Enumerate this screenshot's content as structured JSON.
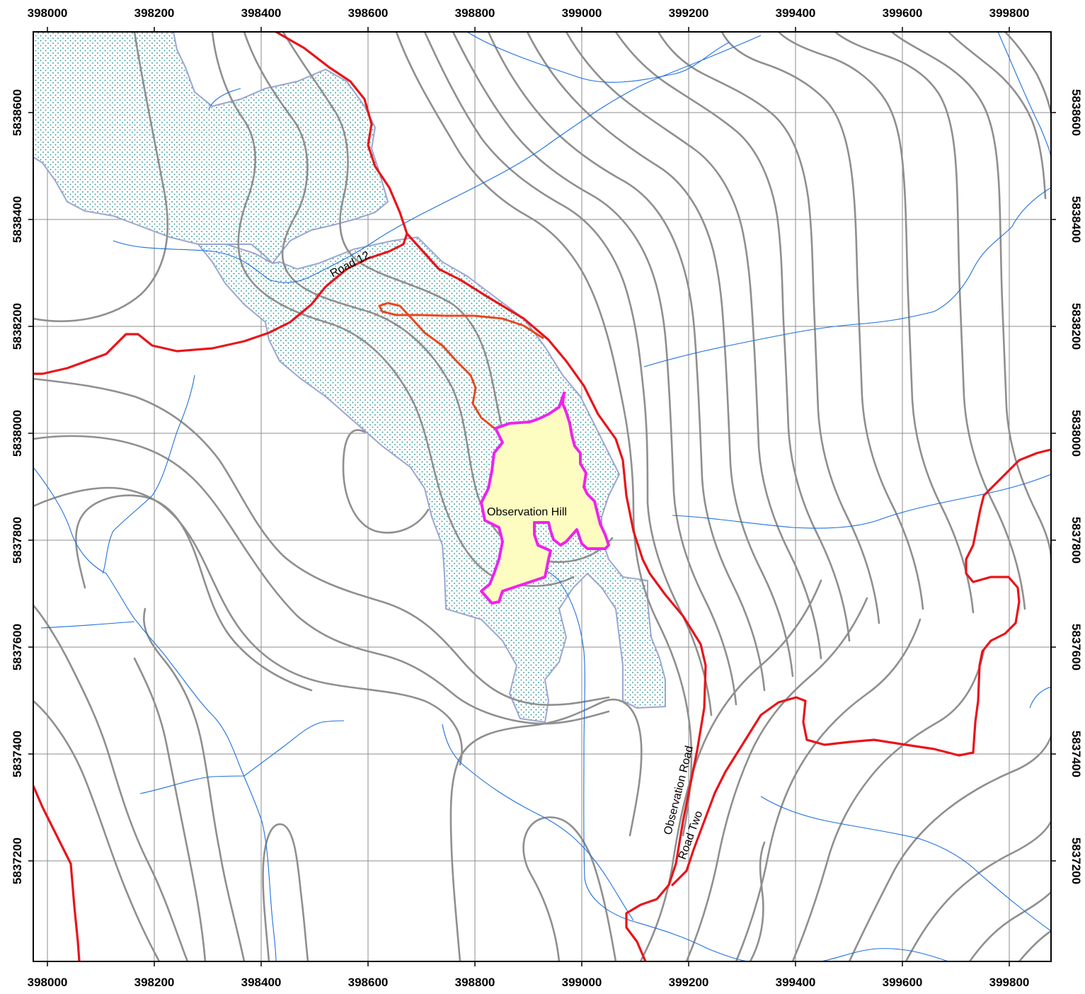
{
  "map": {
    "x_ticks": [
      "398000",
      "398200",
      "398400",
      "398600",
      "398800",
      "399000",
      "399200",
      "399400",
      "399600",
      "399800"
    ],
    "y_ticks": [
      "5838600",
      "5838400",
      "5838200",
      "5838000",
      "5837800",
      "5837600",
      "5837400",
      "5837200"
    ],
    "labels": {
      "road_12": "Road 12",
      "observation_hill": "Observation Hill",
      "observation_road": "Observation Road",
      "road_two": "Road Two"
    },
    "colors": {
      "road": "#e8141a",
      "contour": "#8f8f8f",
      "stream": "#1f6fe0",
      "hill_fill": "#fdfdc2",
      "hill_outline": "#ee22ee",
      "zone_dots": "#1a8a8a",
      "zone_outline": "#9aa6d2"
    }
  }
}
